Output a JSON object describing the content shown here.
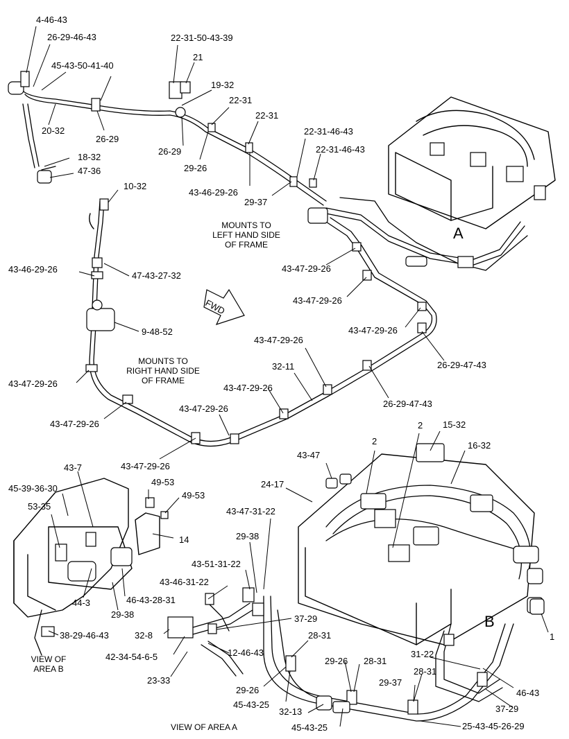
{
  "diagram": {
    "part_labels": [
      "4-46-43",
      "26-29-46-43",
      "45-43-50-41-40",
      "20-32",
      "26-29",
      "18-32",
      "47-36",
      "22-31-50-43-39",
      "21",
      "19-32",
      "22-31",
      "22-31",
      "26-29",
      "29-26",
      "22-31-46-43",
      "22-31-46-43",
      "43-46-29-26",
      "29-37",
      "10-32",
      "43-46-29-26",
      "47-43-27-32",
      "9-48-52",
      "43-47-29-26",
      "43-47-29-26",
      "43-47-29-26",
      "43-47-29-26",
      "26-29-47-43",
      "32-11",
      "43-47-29-26",
      "26-29-47-43",
      "43-47-29-26",
      "43-47-29-26",
      "43-47-29-26",
      "43-47-29-26",
      "2",
      "2",
      "15-32",
      "43-47",
      "16-32",
      "24-17",
      "43-7",
      "49-53",
      "45-39-36-30",
      "49-53",
      "53-35",
      "14",
      "43-47-31-22",
      "29-38",
      "43-51-31-22",
      "43-46-31-22",
      "46-43-28-31",
      "44-3",
      "29-38",
      "37-29",
      "32-8",
      "38-29-46-43",
      "28-31",
      "42-34-54-6-5",
      "12-46-43",
      "23-33",
      "29-26",
      "28-31",
      "29-26",
      "45-43-25",
      "31-22",
      "28-31",
      "29-37",
      "46-43",
      "1",
      "32-13",
      "37-29",
      "45-43-25",
      "25-43-45-26-29"
    ],
    "notes": {
      "mounts_left": [
        "MOUNTS TO",
        "LEFT  HAND SIDE",
        "OF FRAME"
      ],
      "mounts_right": [
        "MOUNTS TO",
        "RIGHT  HAND SIDE",
        "OF FRAME"
      ],
      "fwd": "FWD",
      "view_b": [
        "VIEW OF",
        "AREA  B"
      ],
      "view_a": "VIEW OF AREA  A",
      "area_a": "A",
      "area_b": "B"
    }
  }
}
